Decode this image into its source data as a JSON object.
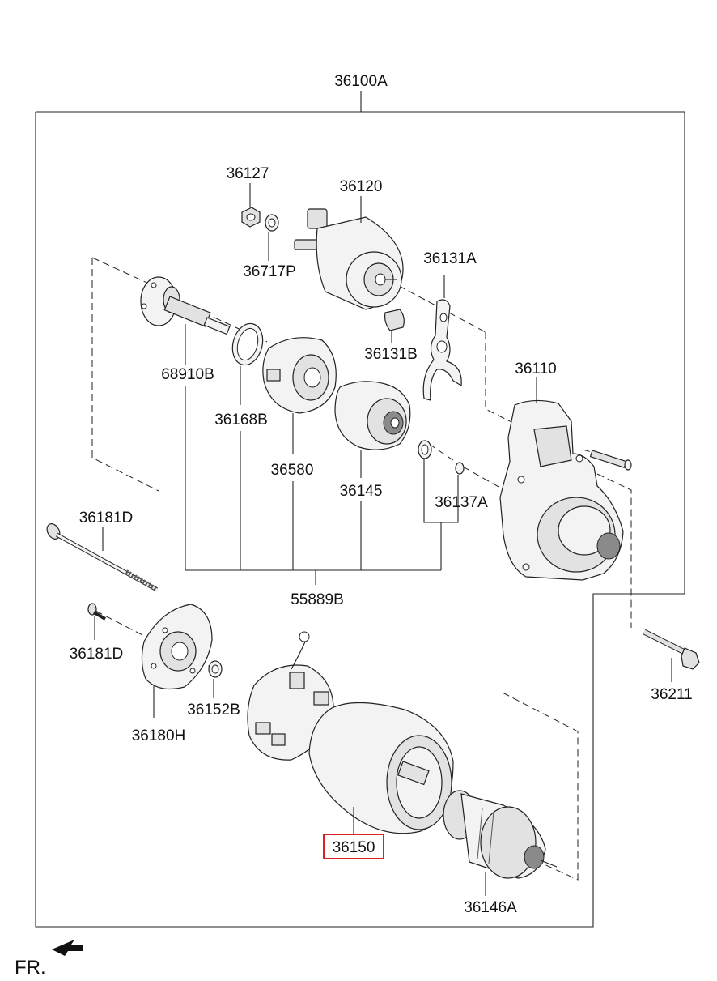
{
  "colors": {
    "highlight": "#e02020",
    "ink": "#111111",
    "background": "#ffffff"
  },
  "assembly": {
    "number": "36100A"
  },
  "parts": [
    {
      "id": "p36127",
      "number": "36127"
    },
    {
      "id": "p36120",
      "number": "36120"
    },
    {
      "id": "p36717P",
      "number": "36717P"
    },
    {
      "id": "p36131A",
      "number": "36131A"
    },
    {
      "id": "p36131B",
      "number": "36131B"
    },
    {
      "id": "p68910B",
      "number": "68910B"
    },
    {
      "id": "p36168B",
      "number": "36168B"
    },
    {
      "id": "p36110",
      "number": "36110"
    },
    {
      "id": "p36580",
      "number": "36580"
    },
    {
      "id": "p36145",
      "number": "36145"
    },
    {
      "id": "p36137A",
      "number": "36137A"
    },
    {
      "id": "p36181D_top",
      "number": "36181D"
    },
    {
      "id": "p55889B",
      "number": "55889B"
    },
    {
      "id": "p36181D_bottom",
      "number": "36181D"
    },
    {
      "id": "p36211",
      "number": "36211"
    },
    {
      "id": "p36152B",
      "number": "36152B"
    },
    {
      "id": "p36180H",
      "number": "36180H"
    },
    {
      "id": "p36150",
      "number": "36150",
      "highlighted": true
    },
    {
      "id": "p36146A",
      "number": "36146A"
    }
  ],
  "orientation": {
    "label": "FR."
  }
}
